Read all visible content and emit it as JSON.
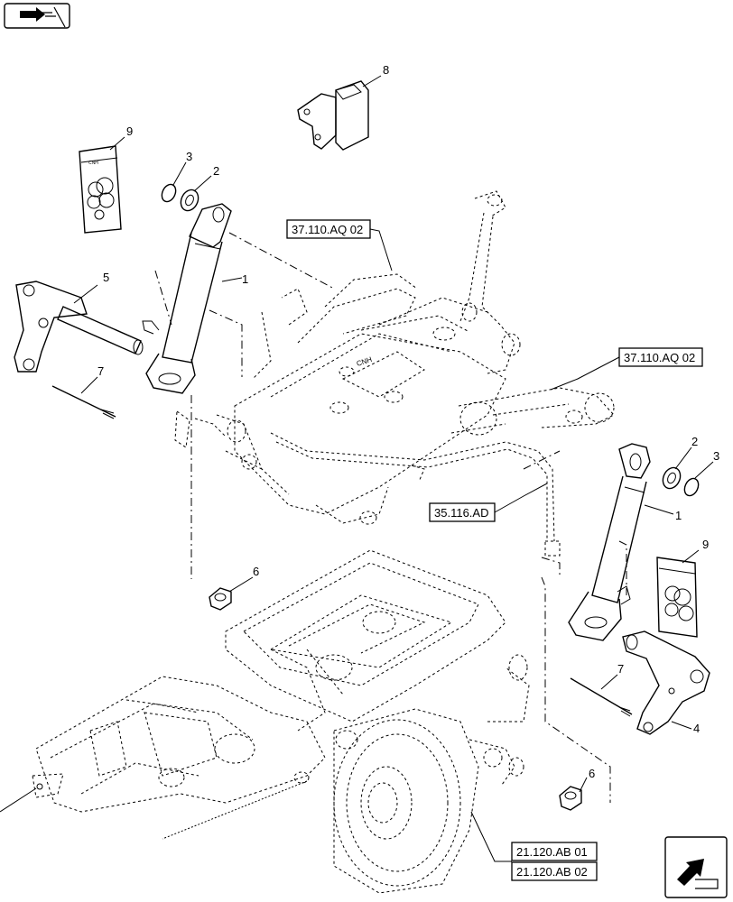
{
  "callouts": {
    "c1a": "1",
    "c1b": "1",
    "c2a": "2",
    "c2b": "2",
    "c3a": "3",
    "c3b": "3",
    "c4": "4",
    "c5": "5",
    "c6a": "6",
    "c6b": "6",
    "c7a": "7",
    "c7b": "7",
    "c8": "8",
    "c9a": "9",
    "c9b": "9"
  },
  "references": {
    "ref_37_top": "37.110.AQ 02",
    "ref_37_right": "37.110.AQ 02",
    "ref_35": "35.116.AD",
    "ref_21_01": "21.120.AB 01",
    "ref_21_02": "21.120.AB 02"
  },
  "icons": {
    "top_left": "previous-page-arrow-icon",
    "bottom_right": "next-page-arrow-icon"
  }
}
